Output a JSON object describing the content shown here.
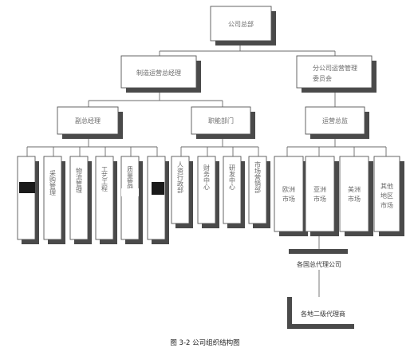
{
  "diagram": {
    "nodes": {
      "hq": "公司总部",
      "mfg_gm": "制造运营总经理",
      "branch_cmte": [
        "分公司运营管理",
        "委员会"
      ],
      "deputy_gm": "副总经理",
      "func_dept": "职能部门",
      "ops_director": "运营总监",
      "procurement": "采购管理",
      "logistics": "物流管理",
      "process_eng": "工艺工程",
      "quality": "质量管理",
      "hr_admin": "人资行政部",
      "finance": "财务中心",
      "rnd": "研发中心",
      "marketing": "市场营销部",
      "europe": "欧洲市场",
      "asia": "亚洲市场",
      "america": "美洲市场",
      "other_regions": "其他地区市场",
      "country_agent": "各国总代理公司",
      "regional_agent": "各地二级代理商"
    },
    "caption": "图 3-2 公司组织结构图"
  }
}
